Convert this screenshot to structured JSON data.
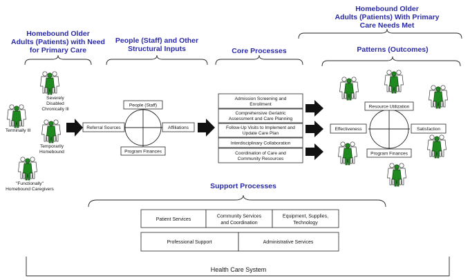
{
  "headers": {
    "need": [
      "Homebound Older",
      "Adults (Patients) with Need",
      "for Primary Care"
    ],
    "inputs": [
      "People (Staff) and Other",
      "Structural Inputs"
    ],
    "core": [
      "Core Processes"
    ],
    "met": [
      "Homebound Older",
      "Adults (Patients) With Primary",
      "Care Needs Met"
    ],
    "patterns": [
      "Patterns (Outcomes)"
    ],
    "support": [
      "Support Processes"
    ]
  },
  "patients": {
    "severely": [
      "Severely",
      "Disabled",
      "Chronically Ill"
    ],
    "terminally": [
      "Terminally Ill"
    ],
    "temporarily": [
      "Temporarily",
      "Homebound"
    ],
    "functionally": [
      "\"Functionally\"",
      "Homebound Caregivers"
    ]
  },
  "inputs": {
    "people": "People (Staff)",
    "referral": "Referral Sources",
    "affiliations": "Affiliations",
    "finances": "Program Finances"
  },
  "core_processes": [
    [
      "Admission Screening and",
      "Enrollment"
    ],
    [
      "Comprehensive Geriatric",
      "Assessment and Care Planning"
    ],
    [
      "Follow-Up Visits to Implement and",
      "Update Care Plan"
    ],
    [
      "Interdisciplinary Collaboration"
    ],
    [
      "Coordination of Care and",
      "Community Resources"
    ]
  ],
  "outcomes": {
    "resource": "Resource Utilization",
    "effectiveness": "Effectiveness",
    "satisfaction": "Satisfaction",
    "finances": "Program Finances"
  },
  "support_row1": [
    [
      "Patient Services"
    ],
    [
      "Community Services",
      "and Coordination"
    ],
    [
      "Equipment, Supplies,",
      "Technology"
    ]
  ],
  "support_row2": [
    [
      "Professional Support"
    ],
    [
      "Administrative Services"
    ]
  ],
  "system": "Health Care System",
  "colors": {
    "header": "#2a2aa8",
    "figure_green": "#1f8a1f"
  }
}
